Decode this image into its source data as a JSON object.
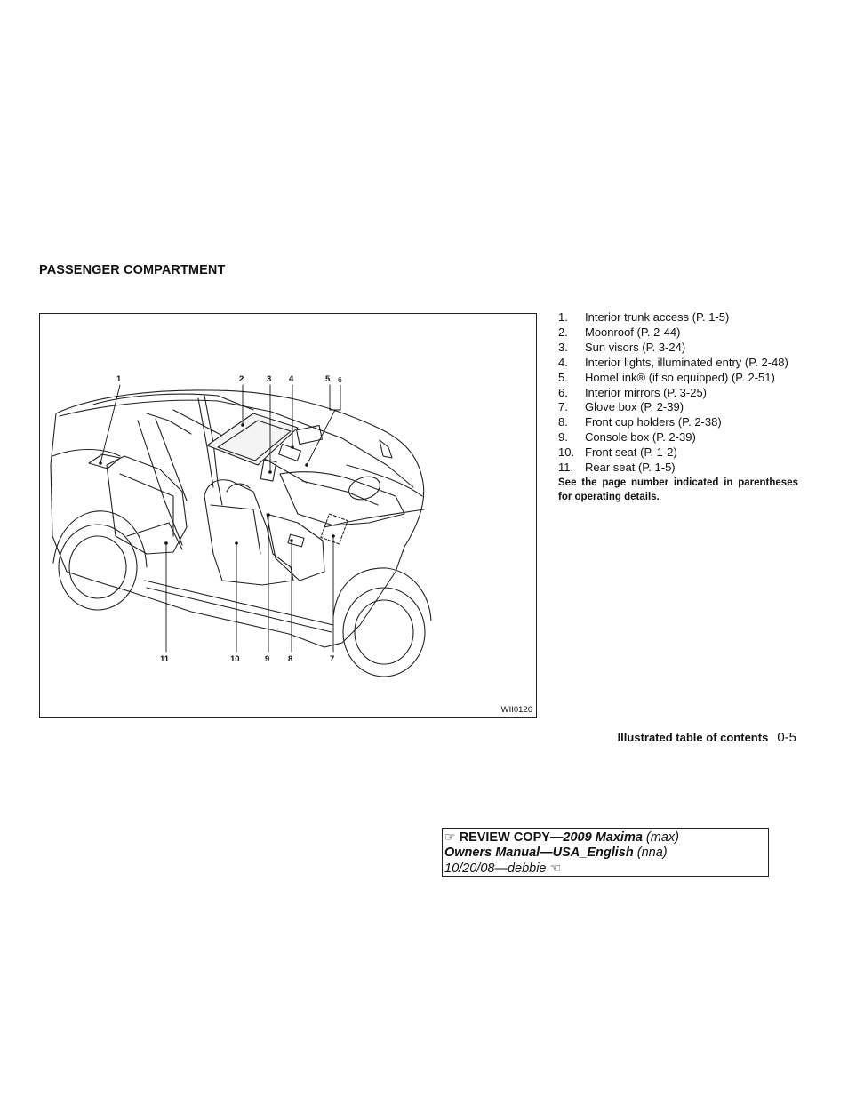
{
  "section_title": "PASSENGER COMPARTMENT",
  "figure": {
    "code": "WII0126",
    "callouts_top": [
      "1",
      "2",
      "3",
      "4",
      "5",
      "6"
    ],
    "callouts_bottom": [
      "11",
      "10",
      "9",
      "8",
      "7"
    ]
  },
  "items": [
    {
      "num": "1.",
      "text": "Interior trunk access (P. 1-5)"
    },
    {
      "num": "2.",
      "text": "Moonroof (P. 2-44)"
    },
    {
      "num": "3.",
      "text": "Sun visors (P. 3-24)"
    },
    {
      "num": "4.",
      "text": "Interior lights, illuminated entry (P. 2-48)"
    },
    {
      "num": "5.",
      "text": "HomeLink® (if so equipped) (P. 2-51)"
    },
    {
      "num": "6.",
      "text": "Interior mirrors (P. 3-25)"
    },
    {
      "num": "7.",
      "text": "Glove box (P. 2-39)"
    },
    {
      "num": "8.",
      "text": "Front cup holders (P. 2-38)"
    },
    {
      "num": "9.",
      "text": "Console box (P. 2-39)"
    },
    {
      "num": "10.",
      "text": "Front seat (P. 1-2)"
    },
    {
      "num": "11.",
      "text": "Rear seat (P. 1-5)"
    }
  ],
  "note": "See the page number indicated in parentheses for operating details.",
  "footer": {
    "section": "Illustrated table of contents",
    "page": "0-5"
  },
  "stamp": {
    "line1_bold": "REVIEW COPY—",
    "line1_bolditalic": "2009 Maxima",
    "line1_italic": " (max)",
    "line2_bolditalic": "Owners Manual—USA_English",
    "line2_italic": " (nna)",
    "line3_italic": "10/20/08—debbie",
    "hand_right": "☞",
    "hand_left": "☜"
  }
}
